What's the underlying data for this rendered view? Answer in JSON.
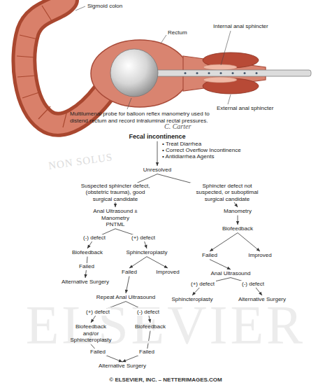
{
  "diagram": {
    "nodes": [
      {
        "text": [
          "Fecal incontinence"
        ]
      },
      {
        "text": [
          "Unresolved"
        ]
      },
      {
        "text": [
          "Anal Ultrasound ± Manometry PNTML"
        ]
      },
      {
        "text": [
          "Manometry"
        ]
      },
      {
        "text": [
          "Biofeedback"
        ]
      },
      {
        "text": [
          "Sphincteroplasty"
        ]
      },
      {
        "text": [
          "Biofeedback"
        ]
      },
      {
        "text": [
          "Alternative Surgery"
        ]
      },
      {
        "text": [
          "Failed"
        ]
      },
      {
        "text": [
          "Improved"
        ]
      },
      {
        "text": [
          "Failed"
        ]
      },
      {
        "text": [
          "Improved"
        ]
      },
      {
        "text": [
          "Repeat Anal Ultrasound"
        ]
      },
      {
        "text": [
          "Anal Ultrasound"
        ]
      },
      {
        "text": [
          "Sphincteroplasty"
        ]
      },
      {
        "text": [
          "Alternative Surgery"
        ]
      },
      {
        "text": [
          "Biofeedback and/or Sphincteroplasty"
        ]
      },
      {
        "text": [
          "Biofeedback"
        ]
      },
      {
        "text": [
          "Alternative Surgery"
        ]
      }
    ],
    "edges": [
      {
        "from": 0,
        "to": 1,
        "arrow": "to"
      },
      {
        "from": 1,
        "to": 2,
        "label": "Suspected sphincter defect, (obstetric trauma), good surgical candidate",
        "arrow": "to"
      },
      {
        "from": 1,
        "to": 3,
        "label": "Sphincter defect not suspected, or suboptimal surgical candidate",
        "arrow": "to"
      },
      {
        "from": 2,
        "to": 4,
        "label": "(-) defect",
        "arrow": "to"
      },
      {
        "from": 2,
        "to": 5,
        "label": "(+) defect",
        "arrow": "to"
      },
      {
        "from": 3,
        "to": 6,
        "arrow": "to"
      },
      {
        "from": 4,
        "to": 7,
        "label": "Failed",
        "arrow": "to"
      },
      {
        "from": 5,
        "to": 8,
        "arrow": "to"
      },
      {
        "from": 5,
        "to": 9,
        "arrow": "to"
      },
      {
        "from": 6,
        "to": 10,
        "arrow": "to"
      },
      {
        "from": 6,
        "to": 11,
        "arrow": "to"
      },
      {
        "from": 8,
        "to": 12,
        "arrow": "to"
      },
      {
        "from": 10,
        "to": 13,
        "arrow": "to"
      },
      {
        "from": 13,
        "to": 14,
        "label": "(+) defect",
        "arrow": "to"
      },
      {
        "from": 13,
        "to": 15,
        "label": "(-) defect",
        "arrow": "to"
      },
      {
        "from": 12,
        "to": 16,
        "label": "(+) defect",
        "arrow": "to"
      },
      {
        "from": 12,
        "to": 17,
        "label": "(-) defect",
        "arrow": "to"
      },
      {
        "from": 16,
        "to": 18,
        "label": "Failed",
        "arrow": "to"
      },
      {
        "from": 17,
        "to": 18,
        "label": "Failed",
        "arrow": "to"
      }
    ],
    "labels": [
      "Sigmoid colon",
      "Rectum",
      "Internal anal sphincter",
      "External anal sphincter",
      "Multilumenal probe for balloon reflex manometry used to distend rectum and record intraluminal rectal pressures.",
      "C. Carter",
      "• Treat Diarrhea",
      "• Correct Overflow Incontinence",
      "• Antidiarrhea Agents",
      "NON SOLUS",
      "ELSEVIER",
      "© ELSEVIER, INC. – NETTERIMAGES.COM"
    ]
  }
}
